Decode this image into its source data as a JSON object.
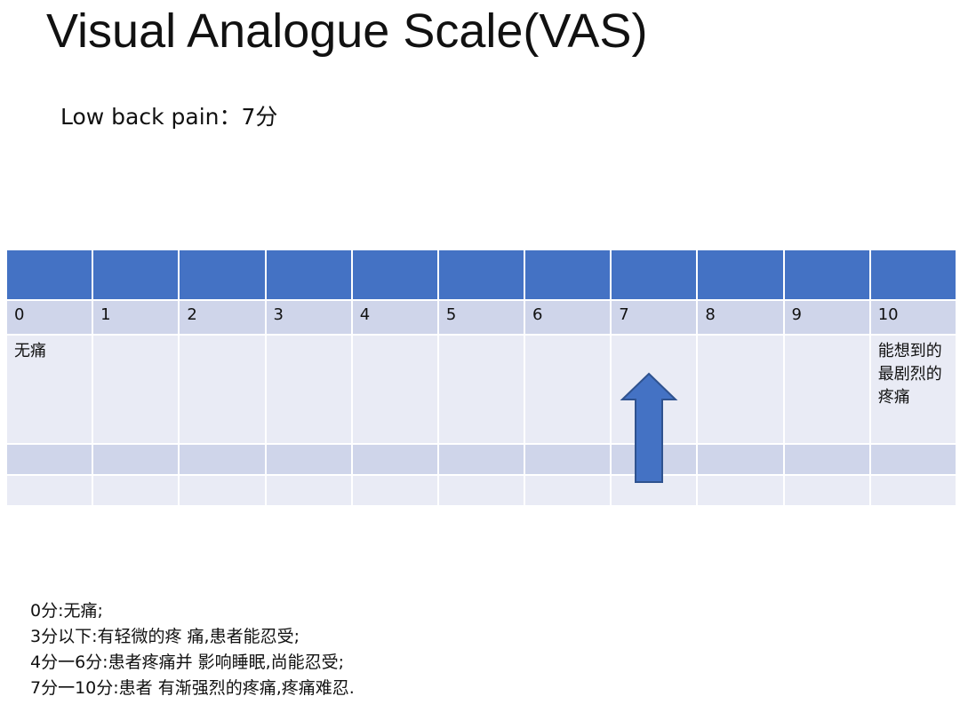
{
  "page": {
    "title": "Visual Analogue Scale(VAS)",
    "subtitle": "Low back pain：7分"
  },
  "scale": {
    "numbers": [
      "0",
      "1",
      "2",
      "3",
      "4",
      "5",
      "6",
      "7",
      "8",
      "9",
      "10"
    ],
    "min_label": "无痛",
    "max_label": "能想到的最剧烈的疼痛",
    "marked_value": 7,
    "colors": {
      "header": "#4472c4",
      "band_dark": "#cfd5ea",
      "band_light": "#e9ebf5",
      "arrow": "#4472c4"
    },
    "arrow_icon": "up-arrow"
  },
  "notes": [
    "0分:无痛;",
    "3分以下:有轻微的疼 痛,患者能忍受;",
    "4分一6分:患者疼痛并 影响睡眠,尚能忍受;",
    "7分一10分:患者 有渐强烈的疼痛,疼痛难忍."
  ]
}
